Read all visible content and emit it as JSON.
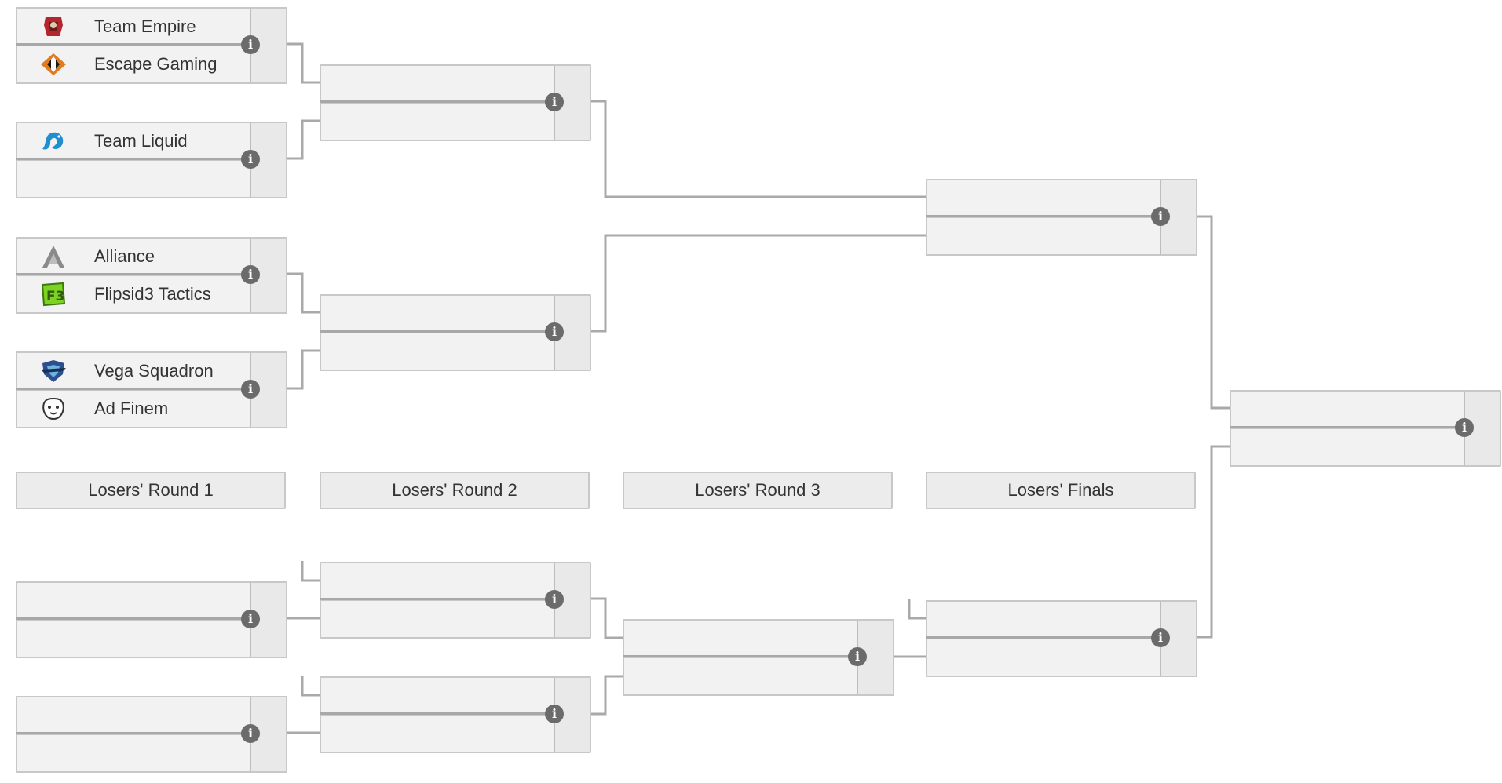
{
  "colors": {
    "connector": "#a9a9a9",
    "slot_bg": "#f2f2f2",
    "border": "#c8c8c8",
    "info_icon": "#6b6b6b"
  },
  "icons": {
    "info": "i"
  },
  "headers": [
    "Losers' Round 1",
    "Losers' Round 2",
    "Losers' Round 3",
    "Losers' Finals"
  ],
  "matches": {
    "u_r1_m1": {
      "top": "Team Empire",
      "bottom": "Escape Gaming",
      "top_logo": "team-empire-logo",
      "bottom_logo": "escape-gaming-logo"
    },
    "u_r1_m2": {
      "top": "Team Liquid",
      "bottom": "",
      "top_logo": "team-liquid-logo"
    },
    "u_r1_m3": {
      "top": "Alliance",
      "bottom": "Flipsid3 Tactics",
      "top_logo": "alliance-logo",
      "bottom_logo": "flipsid3-logo"
    },
    "u_r1_m4": {
      "top": "Vega Squadron",
      "bottom": "Ad Finem",
      "top_logo": "vega-squadron-logo",
      "bottom_logo": "ad-finem-logo"
    }
  }
}
